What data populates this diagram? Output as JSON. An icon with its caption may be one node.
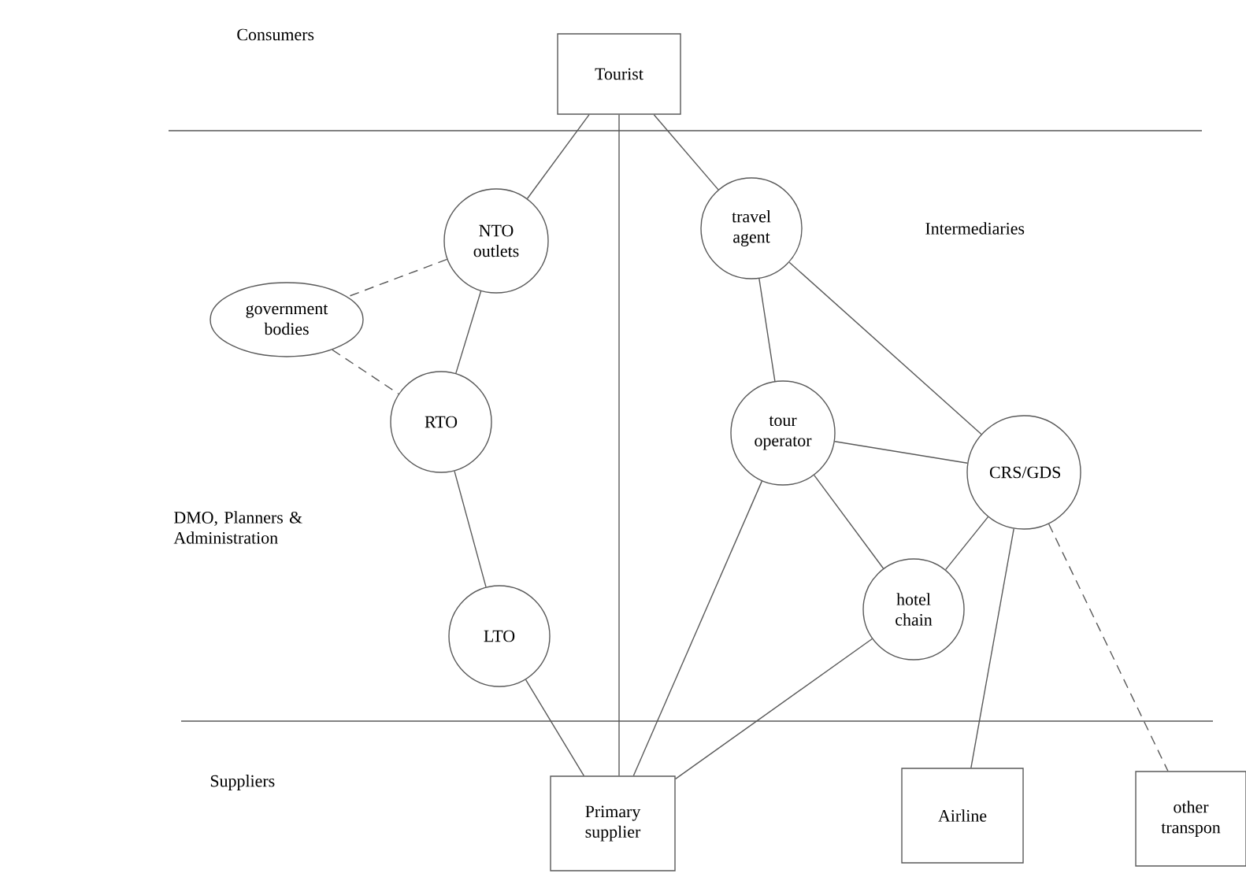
{
  "diagram": {
    "nodes": [
      {
        "text": [
          "Tourist"
        ]
      },
      {
        "text": [
          "NTO outlets"
        ]
      },
      {
        "text": [
          "travel agent"
        ]
      },
      {
        "text": [
          "government bodies"
        ]
      },
      {
        "text": [
          "RTO"
        ]
      },
      {
        "text": [
          "tour operator"
        ]
      },
      {
        "text": [
          "CRS/GDS"
        ]
      },
      {
        "text": [
          "hotel chain"
        ]
      },
      {
        "text": [
          "LTO"
        ]
      },
      {
        "text": [
          "Primary supplier"
        ]
      },
      {
        "text": [
          "Airline"
        ]
      },
      {
        "text": [
          "other transpon"
        ]
      }
    ],
    "edges": [
      {
        "from": 0,
        "to": 1,
        "arrow": "none"
      },
      {
        "from": 0,
        "to": 2,
        "arrow": "none"
      },
      {
        "from": 0,
        "to": 9,
        "arrow": "none"
      },
      {
        "from": 1,
        "to": 3,
        "arrow": "none",
        "style": "dashed"
      },
      {
        "from": 3,
        "to": 4,
        "arrow": "none",
        "style": "dashed"
      },
      {
        "from": 1,
        "to": 4,
        "arrow": "none"
      },
      {
        "from": 4,
        "to": 8,
        "arrow": "none"
      },
      {
        "from": 8,
        "to": 9,
        "arrow": "none"
      },
      {
        "from": 2,
        "to": 5,
        "arrow": "none"
      },
      {
        "from": 2,
        "to": 6,
        "arrow": "none"
      },
      {
        "from": 5,
        "to": 6,
        "arrow": "none"
      },
      {
        "from": 5,
        "to": 7,
        "arrow": "none"
      },
      {
        "from": 5,
        "to": 9,
        "arrow": "none"
      },
      {
        "from": 7,
        "to": 9,
        "arrow": "none"
      },
      {
        "from": 6,
        "to": 7,
        "arrow": "none"
      },
      {
        "from": 6,
        "to": 10,
        "arrow": "none"
      },
      {
        "from": 6,
        "to": 11,
        "arrow": "none",
        "style": "dashed"
      }
    ],
    "labels": [
      "Consumers",
      "Intermediaries",
      "DMO, Planners & Administration",
      "Suppliers"
    ]
  }
}
